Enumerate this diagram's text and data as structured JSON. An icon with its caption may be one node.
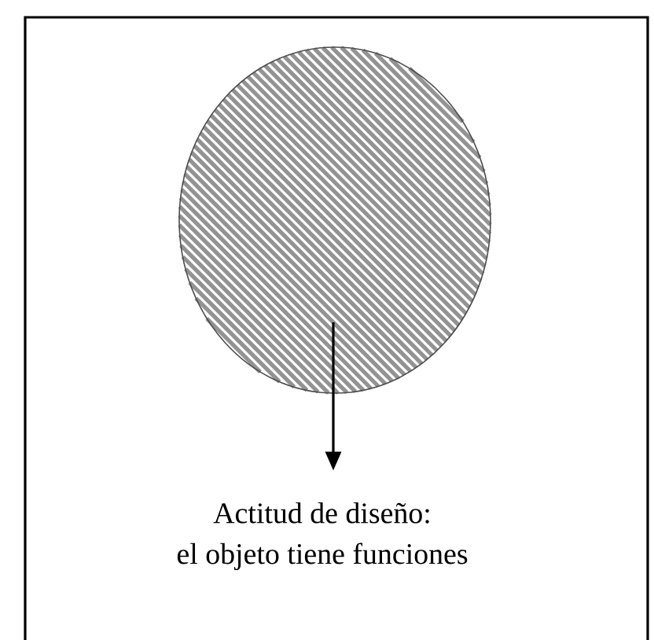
{
  "diagram": {
    "nodes": [
      {
        "text": [],
        "shape": "box"
      },
      {
        "text": [],
        "shape": "circle",
        "in": 0
      },
      {
        "text": [
          "Actitud de diseño:",
          "el objeto tiene funciones"
        ],
        "in": 0
      }
    ],
    "edges": [
      {
        "from": 1,
        "to": 2,
        "arrow": "to"
      }
    ]
  }
}
